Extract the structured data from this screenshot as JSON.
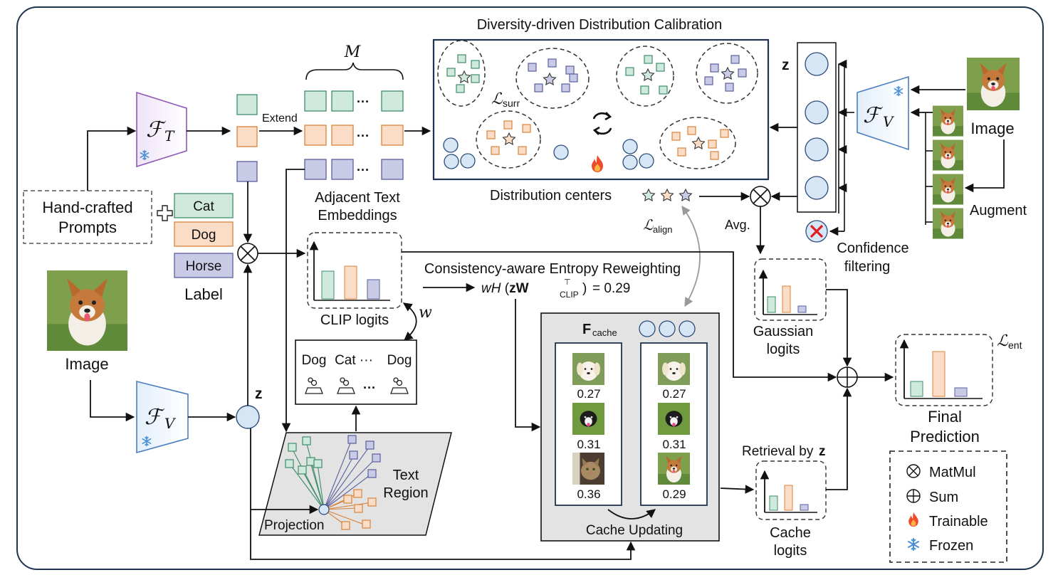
{
  "colors": {
    "green": "#cfeadd",
    "green_stroke": "#3e8c6a",
    "orange": "#fbdcc6",
    "orange_stroke": "#d8843c",
    "purple": "#c9cbe6",
    "purple_stroke": "#5a5f9c",
    "circle": "#d6e6f5",
    "circle_stroke": "#2a4b7a",
    "trainable": "#ef4a2a",
    "frozen": "#4a8fd6",
    "region": "#e3e3e3"
  },
  "labels": {
    "ddc_title": "Diversity-driven Distribution Calibration",
    "m": "M",
    "extend": "Extend",
    "adjacent": [
      "Adjacent Text",
      "Embeddings"
    ],
    "dist_centers": "Distribution centers",
    "hand": [
      "Hand-crafted",
      "Prompts"
    ],
    "label_title": "Label",
    "classes": [
      "Cat",
      "Dog",
      "Horse"
    ],
    "image": "Image",
    "augment": "Augment",
    "avg": "Avg.",
    "conf_filter": [
      "Confidence",
      "filtering"
    ],
    "z": "z",
    "clip_logits": "CLIP logits",
    "w": "w",
    "cons_title": "Consistency-aware Entropy Reweighting",
    "entropy_value": "= 0.29",
    "tr_words": [
      "Dog",
      "Cat ···",
      "Dog"
    ],
    "tr_dots": "···",
    "projection": "Projection",
    "text_region": [
      "Text",
      "Region"
    ],
    "cache_left_scores": [
      "0.27",
      "0.31",
      "0.36"
    ],
    "cache_right_scores": [
      "0.27",
      "0.31",
      "0.29"
    ],
    "cache_updating": "Cache Updating",
    "gaussian": [
      "Gaussian",
      "logits"
    ],
    "retrieval": "Retrieval by",
    "cache_logits": [
      "Cache",
      "logits"
    ],
    "final": [
      "Final",
      "Prediction"
    ],
    "ellipsis": "···",
    "legend": [
      "MatMul",
      "Sum",
      "Trainable",
      "Frozen"
    ]
  },
  "icons": [
    "snowflake-icon",
    "fire-icon",
    "plus-icon",
    "refresh-icon",
    "cross-icon",
    "matmul-icon",
    "sum-icon"
  ]
}
